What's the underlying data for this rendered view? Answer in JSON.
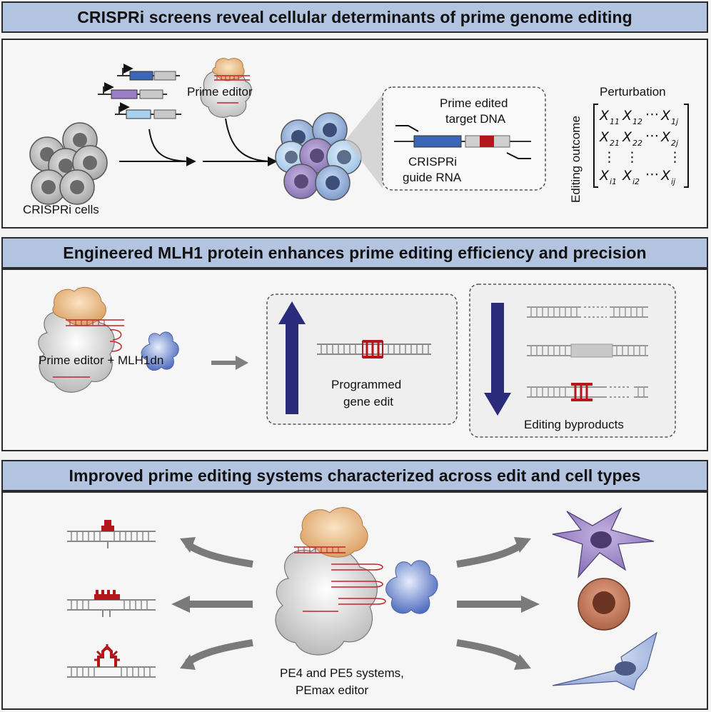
{
  "panel1": {
    "title": "CRISPRi screens reveal cellular determinants of prime genome editing",
    "cells_label": "CRISPRi cells",
    "editor_label": "Prime editor",
    "target_label_1": "Prime edited",
    "target_label_2": "target DNA",
    "guide_label_1": "CRISPRi",
    "guide_label_2": "guide RNA",
    "perturbation_label": "Perturbation",
    "outcome_label": "Editing outcome",
    "matrix": {
      "r1": [
        "X",
        "11",
        "X",
        "12",
        "X",
        "1j"
      ],
      "r2": [
        "X",
        "21",
        "X",
        "22",
        "X",
        "2j"
      ],
      "r3": [
        "X",
        "i1",
        "X",
        "i2",
        "X",
        "ij"
      ],
      "dots": "⋯",
      "vdots": "⋮"
    }
  },
  "panel2": {
    "title": "Engineered MLH1 protein enhances prime editing efficiency and precision",
    "complex_label": "Prime editor + MLH1dn",
    "programmed_1": "Programmed",
    "programmed_2": "gene edit",
    "byproducts_label": "Editing byproducts"
  },
  "panel3": {
    "title": "Improved prime editing systems characterized across edit and cell types",
    "systems_1": "PE4 and PE5 systems,",
    "systems_2": "PEmax editor"
  },
  "colors": {
    "header_bg": "#b3c4e0",
    "edit_red": "#b3161b",
    "arrow_navy": "#2a2b7a",
    "protein_orange": "#e7b987",
    "mlh1_blue": "#5b78c8"
  }
}
